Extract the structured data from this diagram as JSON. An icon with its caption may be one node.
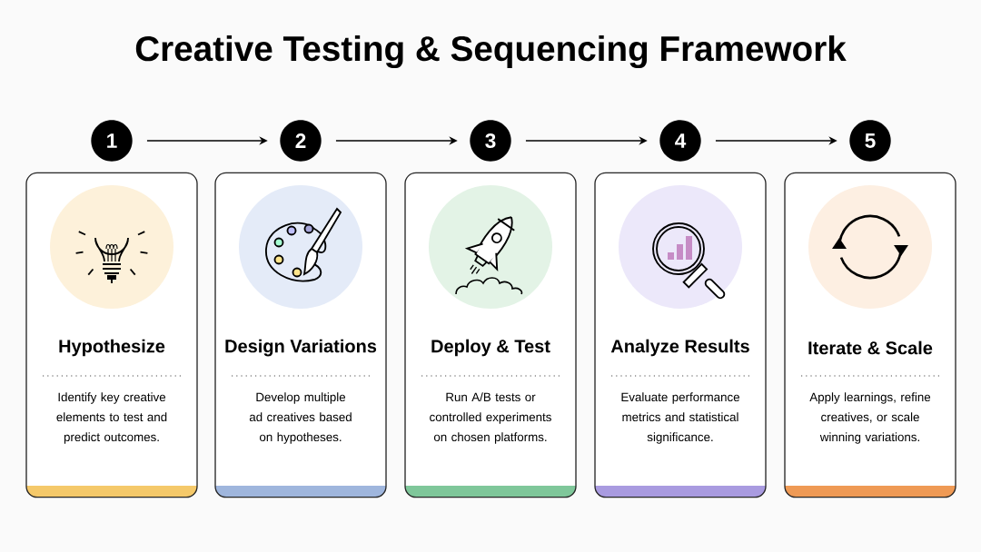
{
  "diagram": {
    "title": "Creative Testing & Sequencing Framework",
    "nodes": [
      {
        "text": [
          "1"
        ]
      },
      {
        "text": [
          "2"
        ]
      },
      {
        "text": [
          "3"
        ]
      },
      {
        "text": [
          "4"
        ]
      },
      {
        "text": [
          "5"
        ]
      },
      {
        "text": [
          "Hypothesize",
          "Identify key creative elements to test and predict outcomes."
        ]
      },
      {
        "text": [
          "Design Variations",
          "Develop multiple ad creatives based on hypotheses."
        ]
      },
      {
        "text": [
          "Deploy & Test",
          "Run A/B tests or controlled experiments on chosen platforms."
        ]
      },
      {
        "text": [
          "Analyze Results",
          "Evaluate performance metrics and statistical significance."
        ]
      },
      {
        "text": [
          "Iterate & Scale",
          "Apply learnings, refine creatives, or scale winning variations."
        ]
      }
    ],
    "edges": [
      {
        "from": 0,
        "to": 1,
        "arrow": "to"
      },
      {
        "from": 1,
        "to": 2,
        "arrow": "to"
      },
      {
        "from": 2,
        "to": 3,
        "arrow": "to"
      },
      {
        "from": 3,
        "to": 4,
        "arrow": "to"
      }
    ]
  }
}
